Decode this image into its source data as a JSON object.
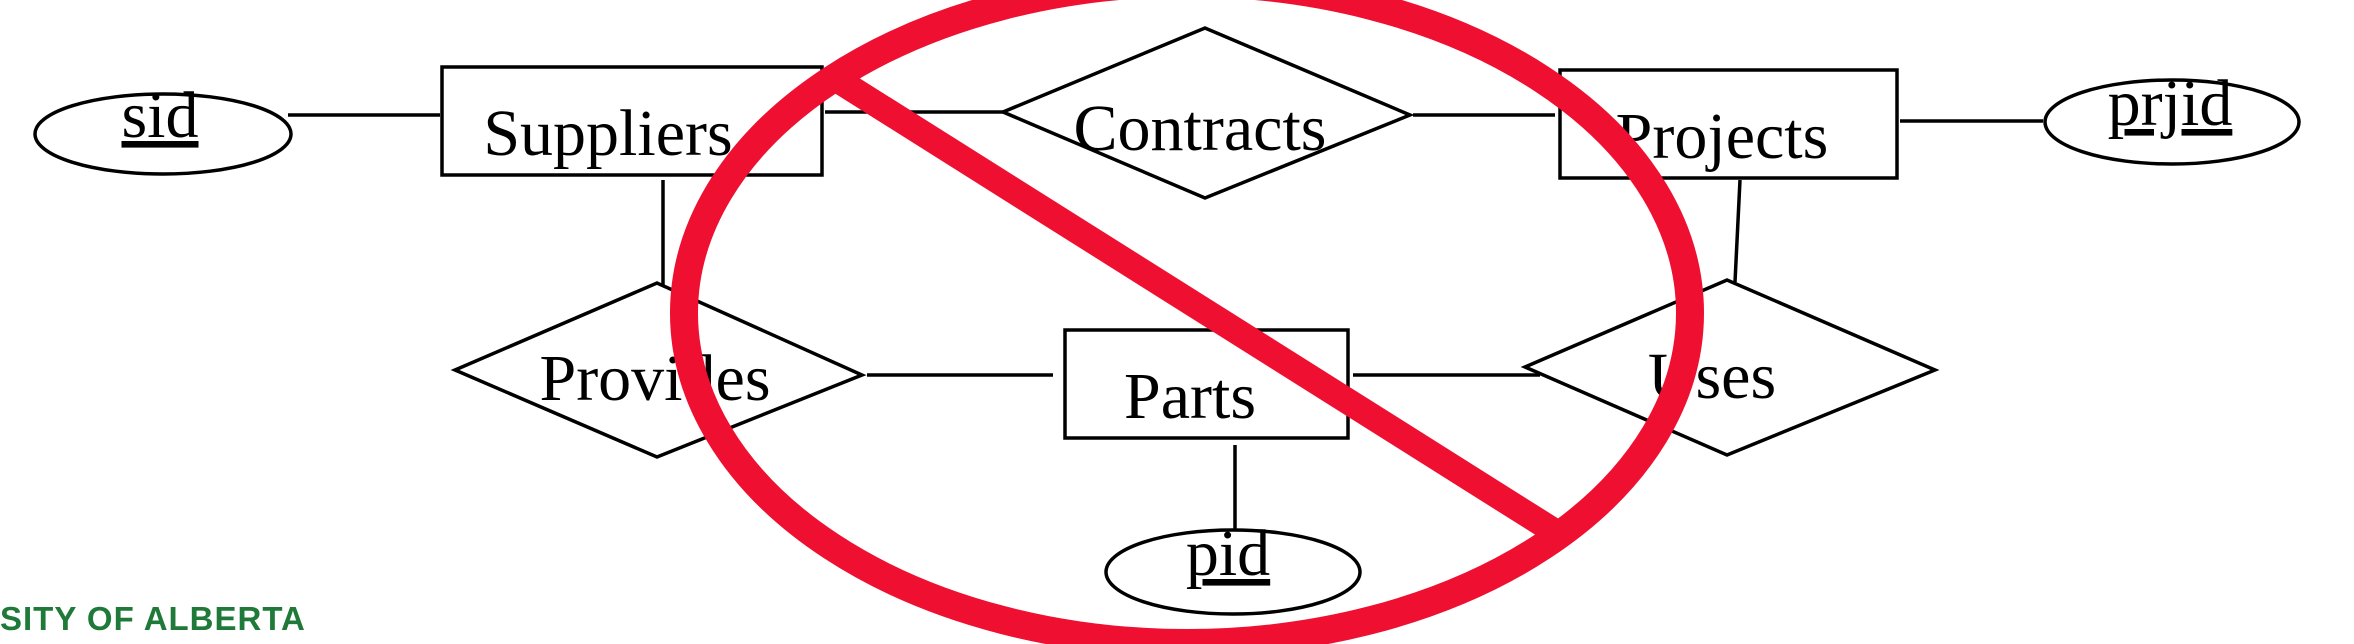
{
  "diagram": {
    "entities": {
      "suppliers": "Suppliers",
      "projects": "Projects",
      "parts": "Parts"
    },
    "relationships": {
      "contracts": "Contracts",
      "provides": "Provides",
      "uses": "Uses"
    },
    "attributes": {
      "sid": "sid",
      "prjid": "prjid",
      "pid": "pid"
    },
    "overlay": {
      "symbol": "prohibition-sign",
      "color": "#ee0f31"
    }
  },
  "footer": {
    "text": "SITY OF ALBERTA",
    "color": "#1f7a3a"
  }
}
